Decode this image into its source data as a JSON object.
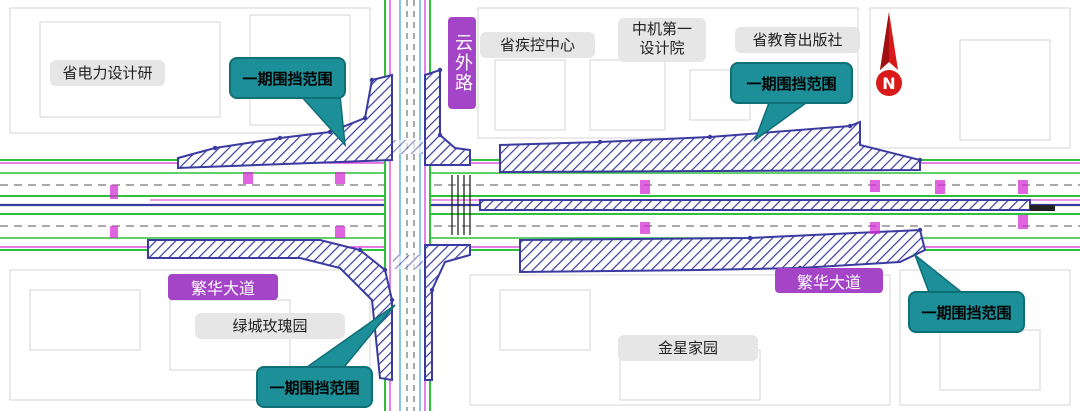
{
  "buildings": {
    "power_design": "省电力设计研",
    "cdc": "省疾控中心",
    "zhongji_line1": "中机第一",
    "zhongji_line2": "设计院",
    "edu_press": "省教育出版社",
    "lvcheng": "绿城玫瑰园",
    "jinxing": "金星家园"
  },
  "roads": {
    "yunwai": "云外路",
    "fanhua_west": "繁华大道",
    "fanhua_east": "繁华大道"
  },
  "callouts": {
    "nw": "一期围挡范围",
    "ne": "一期围挡范围",
    "se": "一期围挡范围",
    "sw": "一期围挡范围"
  },
  "compass": {
    "letter": "N",
    "color": "#d81a1a"
  },
  "colors": {
    "hatch": "#3a3aa0",
    "callout_fill": "#1d8f98",
    "road_label_fill": "#a445c8",
    "road_line_green": "#2fbf3a",
    "road_line_magenta": "#d62fd6"
  }
}
